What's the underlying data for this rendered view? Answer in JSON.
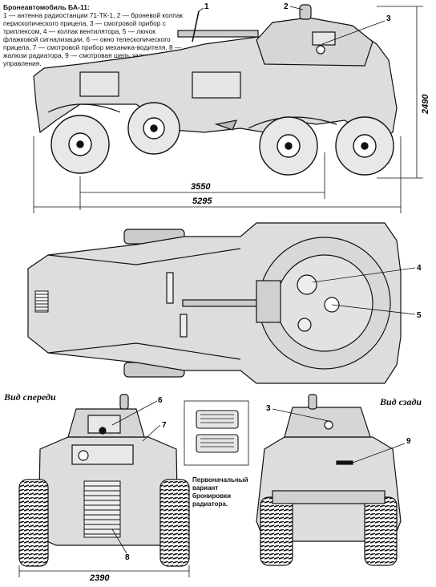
{
  "legend": {
    "title": "Бронеавтомобиль БА-11:",
    "text": "1 — антенна радиостанции 71-ТК-1, 2 — броневой колпак перископического прицела, 3 — смотровой прибор с триплексом, 4 — колпак вентилятора, 5 — лючок флажковой сигнализации, 6 — окно телескопического прицела, 7 — смотровой прибор механика-водителя, 8 — жалюзи радиатора, 9 — смотровая щель заднего поста управления."
  },
  "views": {
    "front": "Вид спереди",
    "rear": "Вид сзади"
  },
  "radiator_note": "Первоначальный вариант бронировки радиатора.",
  "dimensions": {
    "wheelbase": "3550",
    "length": "5295",
    "height": "2490",
    "width": "2390"
  },
  "callouts": {
    "c1": "1",
    "c2": "2",
    "c3": "3",
    "c4": "4",
    "c5": "5",
    "c6": "6",
    "c7": "7",
    "c8": "8",
    "c3b": "3",
    "c9": "9"
  }
}
